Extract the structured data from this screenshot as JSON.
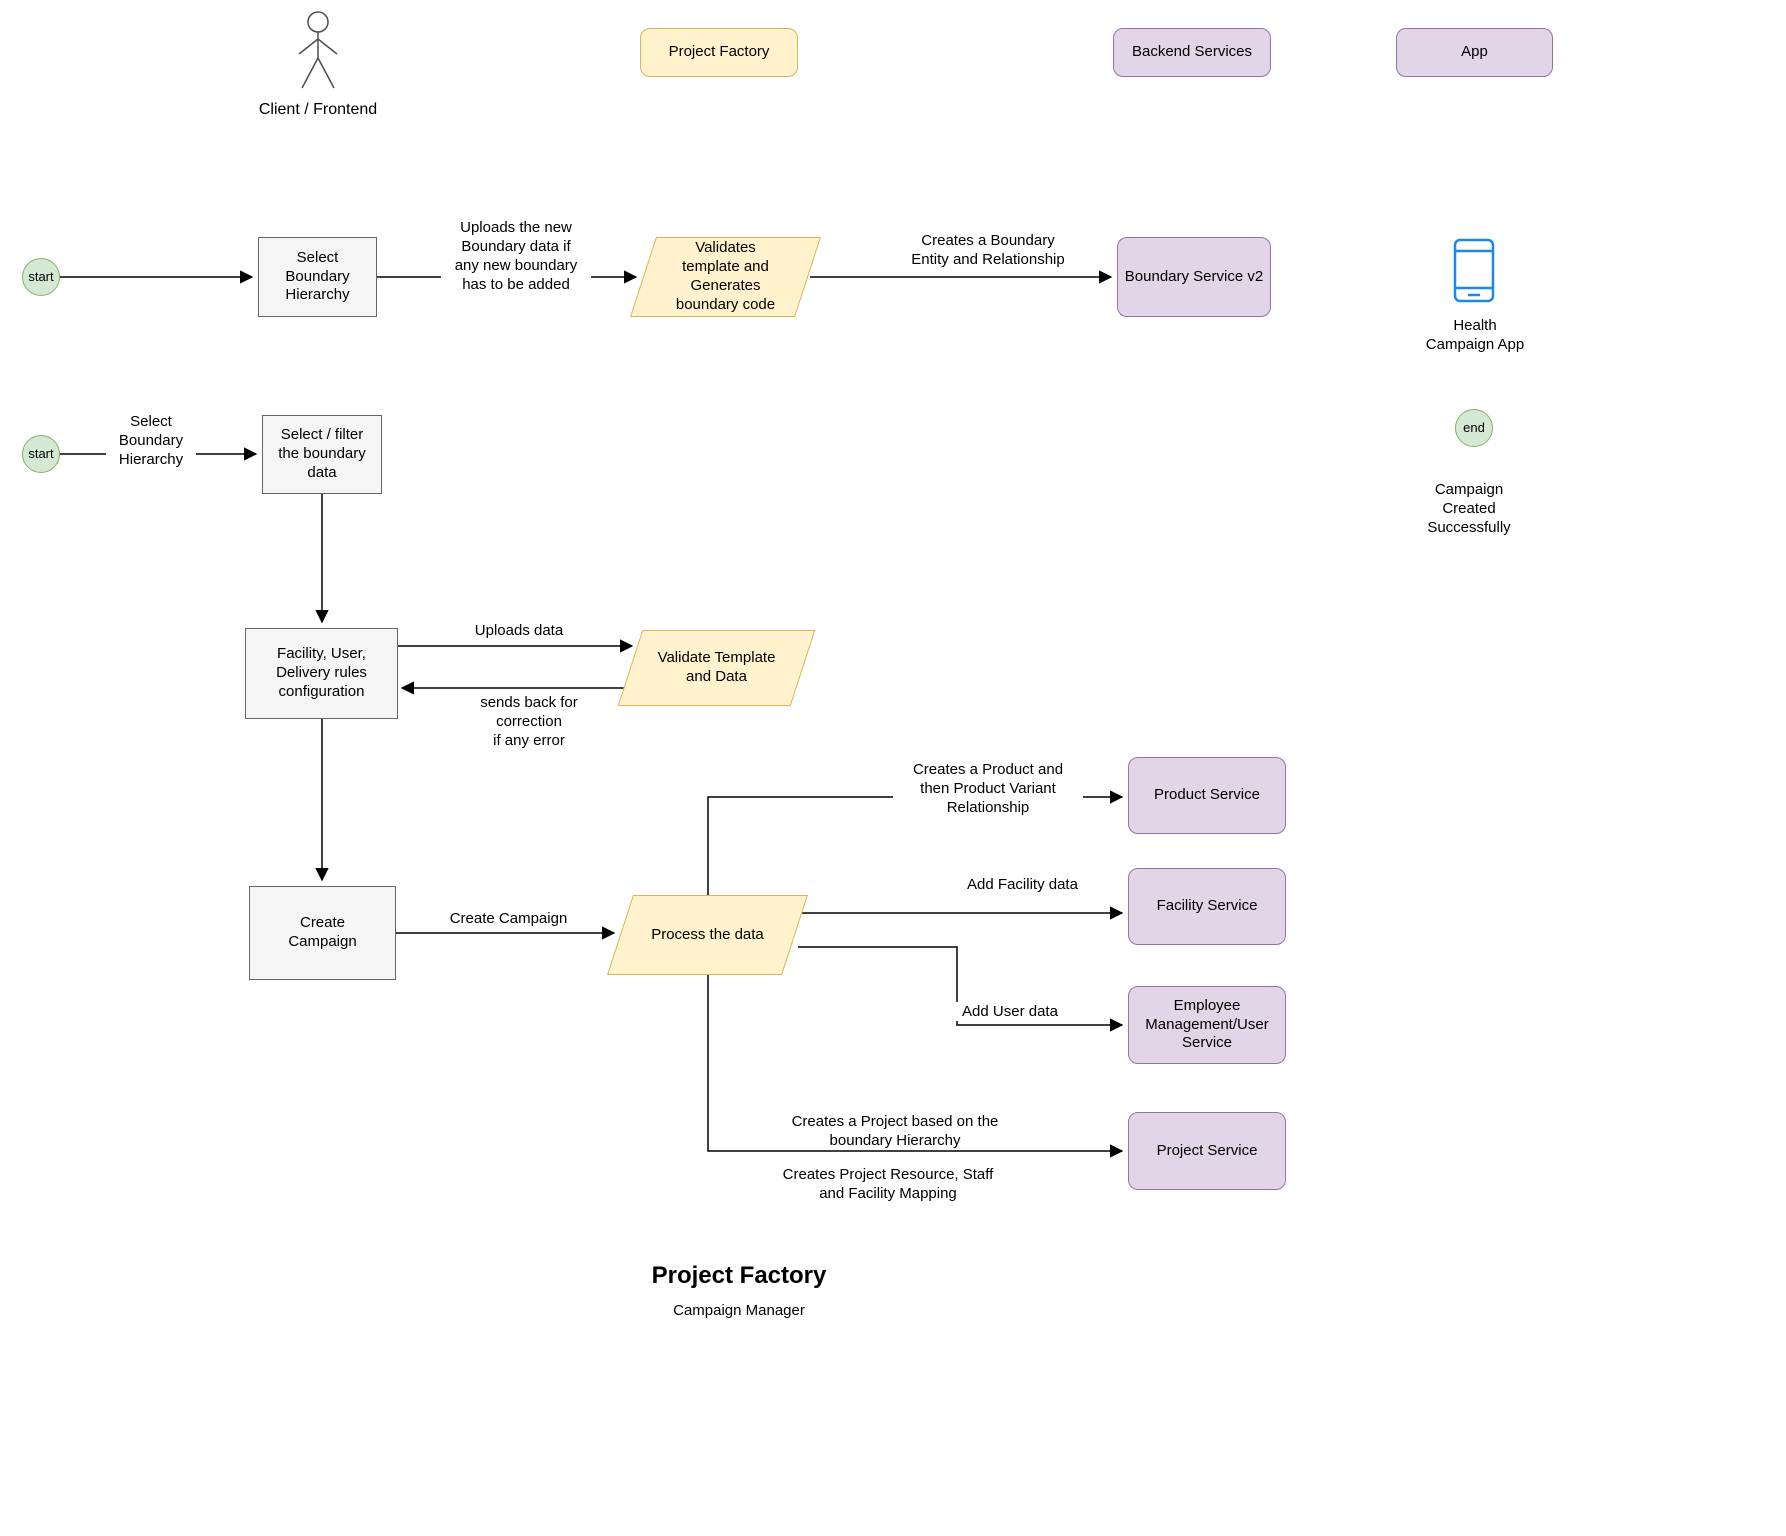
{
  "diagram": {
    "title": "Project Factory",
    "subtitle": "Campaign Manager"
  },
  "lanes": {
    "client": "Client / Frontend",
    "project_factory": "Project Factory",
    "backend": "Backend Services",
    "app": "App"
  },
  "nodes": {
    "start1": "start",
    "start2": "start",
    "end": "end",
    "select_boundary": "Select\nBoundary\nHierarchy",
    "validates_template": "Validates\ntemplate and\nGenerates\nboundary code",
    "boundary_service": "Boundary Service v2",
    "select_filter": "Select / filter\nthe boundary\ndata",
    "facility_config": "Facility, User,\nDelivery rules\nconfiguration",
    "validate_template": "Validate Template\nand Data",
    "create_campaign": "Create\nCampaign",
    "process_data": "Process the data",
    "product_service": "Product Service",
    "facility_service": "Facility Service",
    "employee_service": "Employee\nManagement/User\nService",
    "project_service": "Project Service",
    "health_app": "Health\nCampaign App",
    "campaign_created": "Campaign\nCreated\nSuccessfully"
  },
  "edges": {
    "uploads_new_boundary": "Uploads the new\nBoundary data if\nany new boundary\nhas to be added",
    "creates_boundary_entity": "Creates a Boundary\nEntity and Relationship",
    "select_boundary_hierarchy": "Select\nBoundary\nHierarchy",
    "uploads_data": "Uploads data",
    "sends_back": "sends back for\ncorrection\nif any error",
    "create_campaign": "Create Campaign",
    "creates_product": "Creates a Product and\nthen Product Variant\nRelationship",
    "add_facility_data": "Add Facility data",
    "add_user_data": "Add User data",
    "creates_project": "Creates a Project based on the\nboundary Hierarchy",
    "creates_mapping": "Creates Project Resource, Staff\nand Facility Mapping"
  },
  "colors": {
    "yellow_fill": "#FFF2CC",
    "yellow_border": "#D6B656",
    "purple_fill": "#E1D5E7",
    "purple_border": "#9673A6",
    "gray_fill": "#F5F5F5",
    "gray_border": "#666666",
    "green_fill": "#D5E8D4",
    "green_border": "#82B366",
    "phone_blue": "#1E88E5",
    "line_color": "#000000"
  }
}
